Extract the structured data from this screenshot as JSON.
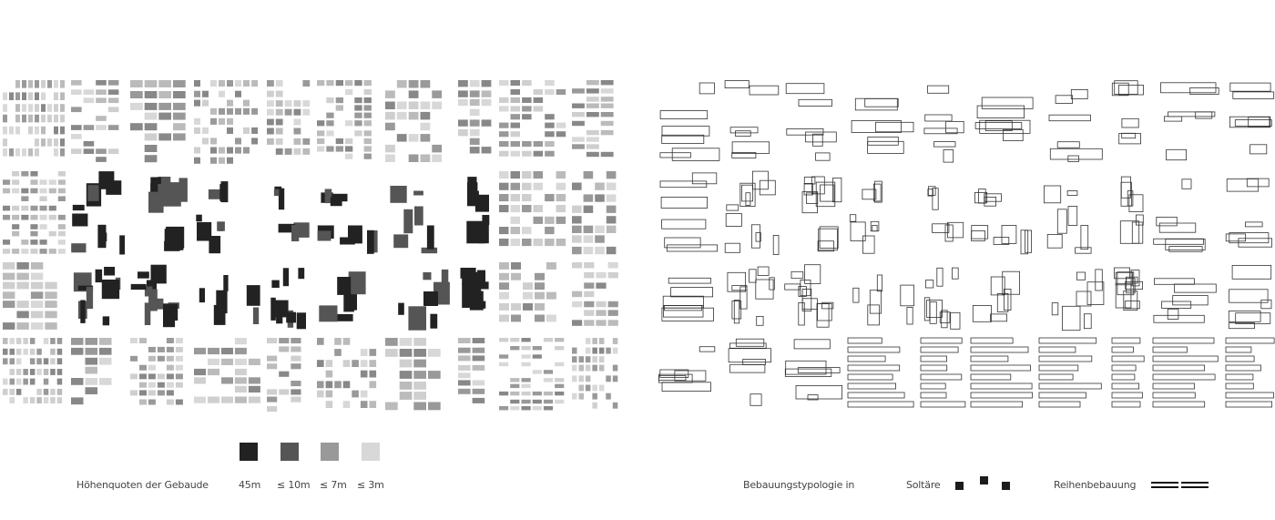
{
  "left_legend": {
    "title": "Höhenquoten der Gebaude",
    "items": [
      {
        "label": "45m",
        "color": "#222222"
      },
      {
        "label": "≤ 10m",
        "color": "#555555"
      },
      {
        "label": "≤ 7m",
        "color": "#999999"
      },
      {
        "label": "≤ 3m",
        "color": "#d8d8d8"
      }
    ]
  },
  "right_legend": {
    "title": "Bebauungstypologie in",
    "solitaire_label": "Soltäre",
    "row_label": "Reihenbebauung"
  }
}
